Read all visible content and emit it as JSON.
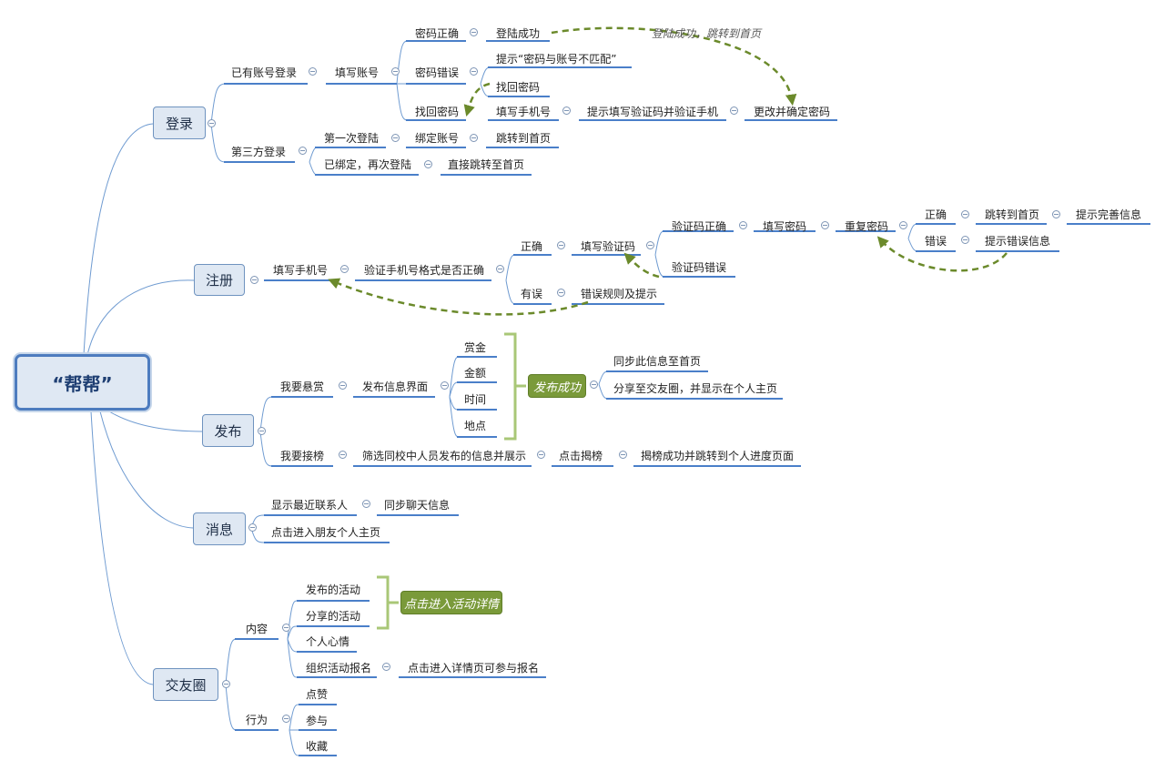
{
  "root": "“帮帮”",
  "branches": {
    "login": "登录",
    "register": "注册",
    "publish": "发布",
    "message": "消息",
    "social": "交友圈"
  },
  "login": {
    "has_account": "已有账号登录",
    "fill_account": "填写账号",
    "pwd_correct": "密码正确",
    "login_success": "登陆成功",
    "pwd_wrong": "密码错误",
    "tip_mismatch": "提示“密码与账号不匹配”",
    "find_pwd_hint": "找回密码",
    "find_pwd": "找回密码",
    "fill_phone": "填写手机号",
    "tip_verify": "提示填写验证码并验证手机",
    "change_pwd": "更改并确定密码",
    "third_party": "第三方登录",
    "first_login": "第一次登陆",
    "bind_account": "绑定账号",
    "goto_home": "跳转到首页",
    "bound_again": "已绑定，再次登陆",
    "direct_home": "直接跳转至首页",
    "note_success": "登陆成功，跳转到首页"
  },
  "register": {
    "fill_phone": "填写手机号",
    "verify_format": "验证手机号格式是否正确",
    "correct": "正确",
    "fill_code": "填写验证码",
    "code_correct": "验证码正确",
    "fill_pwd": "填写密码",
    "repeat_pwd": "重复密码",
    "right": "正确",
    "goto_home": "跳转到首页",
    "tip_complete": "提示完善信息",
    "wrong": "错误",
    "tip_error_info": "提示错误信息",
    "code_wrong": "验证码错误",
    "has_error": "有误",
    "error_rule": "错误规则及提示"
  },
  "publish": {
    "want_post": "我要悬赏",
    "post_page": "发布信息界面",
    "reward": "赏金",
    "amount": "金额",
    "time": "时间",
    "place": "地点",
    "success": "发布成功",
    "sync_home": "同步此信息至首页",
    "share_social": "分享至交友圈，并显示在个人主页",
    "want_take": "我要接榜",
    "filter": "筛选同校中人员发布的信息并展示",
    "click_take": "点击揭榜",
    "take_success": "揭榜成功并跳转到个人进度页面"
  },
  "message": {
    "recent": "显示最近联系人",
    "sync_chat": "同步聊天信息",
    "enter_friend": "点击进入朋友个人主页"
  },
  "social": {
    "content": "内容",
    "published": "发布的活动",
    "shared": "分享的活动",
    "mood": "个人心情",
    "organize": "组织活动报名",
    "enter_detail": "点击进入详情页可参与报名",
    "enter_activity": "点击进入活动详情",
    "behavior": "行为",
    "like": "点赞",
    "join": "参与",
    "collect": "收藏"
  },
  "colors": {
    "line": "#6f9bd1",
    "underline": "#4a7fc9",
    "arrow": "#6b8a2b",
    "bracket": "#a9c777"
  }
}
